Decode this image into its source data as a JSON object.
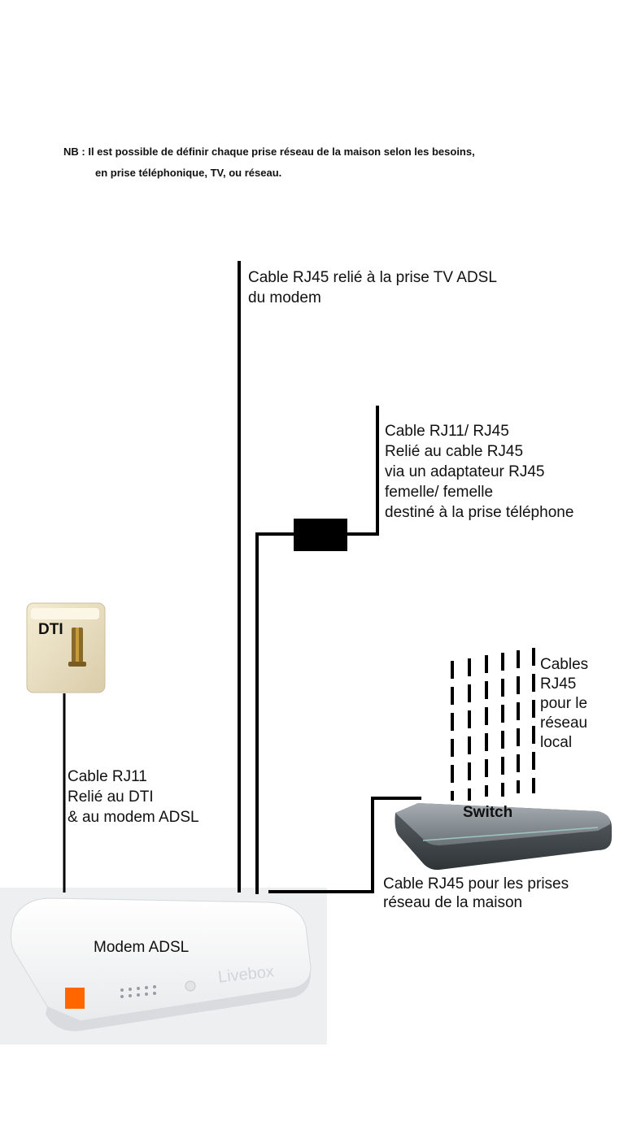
{
  "note": {
    "line1": "NB : Il est possible de définir chaque prise réseau de la maison selon les besoins,",
    "line2": "en prise téléphonique, TV, ou réseau."
  },
  "labels": {
    "tv_cable": [
      "Cable RJ45 relié à la prise TV ADSL",
      "du modem"
    ],
    "phone_cable": [
      "Cable RJ11/ RJ45",
      "Relié au cable RJ45",
      "via un adaptateur RJ45",
      "femelle/ femelle",
      "destiné à la prise téléphone"
    ],
    "local_cables": [
      "Cables",
      "RJ45",
      "pour le",
      "réseau",
      "local"
    ],
    "rj11_cable": [
      "Cable RJ11",
      "Relié au DTI",
      "& au modem ADSL"
    ],
    "house_cable": [
      "Cable RJ45 pour les prises",
      "réseau de la maison"
    ]
  },
  "devices": {
    "dti": "DTI",
    "switch": "Switch",
    "modem": "Modem ADSL",
    "modem_brand": "Livebox"
  }
}
